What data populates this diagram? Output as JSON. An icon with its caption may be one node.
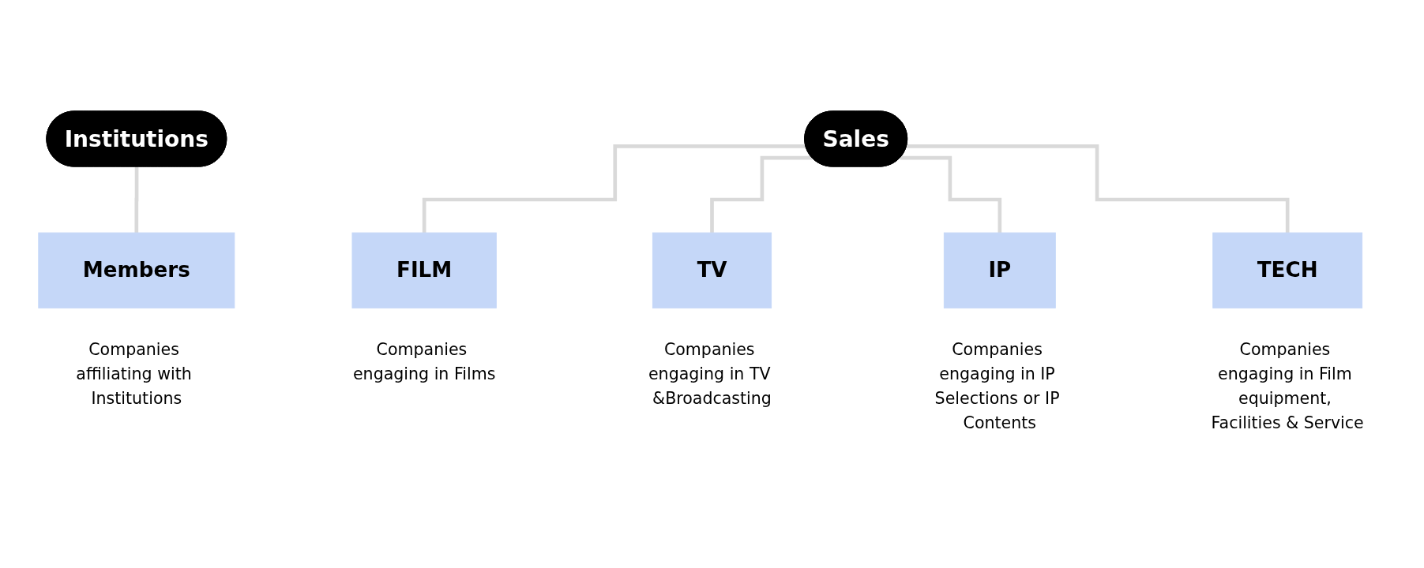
{
  "diagram": {
    "nodes": [
      {
        "text": [
          "Institutions"
        ]
      },
      {
        "text": [
          "Members"
        ],
        "beside": [
          "Companies affiliating with Institutions"
        ]
      },
      {
        "text": [
          "Sales"
        ]
      },
      {
        "text": [
          "FILM"
        ],
        "beside": [
          "Companies engaging in Films"
        ]
      },
      {
        "text": [
          "TV"
        ],
        "beside": [
          "Companies engaging in TV &Broadcasting"
        ]
      },
      {
        "text": [
          "IP"
        ],
        "beside": [
          "Companies engaging in IP Selections or IP Contents"
        ]
      },
      {
        "text": [
          "TECH"
        ],
        "beside": [
          "Companies engaging in Film equipment, Facilities & Service"
        ]
      }
    ],
    "edges": [
      {
        "from": 0,
        "to": 1,
        "arrow": "none"
      },
      {
        "from": 2,
        "to": 3,
        "arrow": "none"
      },
      {
        "from": 2,
        "to": 4,
        "arrow": "none"
      },
      {
        "from": 2,
        "to": 5,
        "arrow": "none"
      },
      {
        "from": 2,
        "to": 6,
        "arrow": "none"
      }
    ]
  }
}
